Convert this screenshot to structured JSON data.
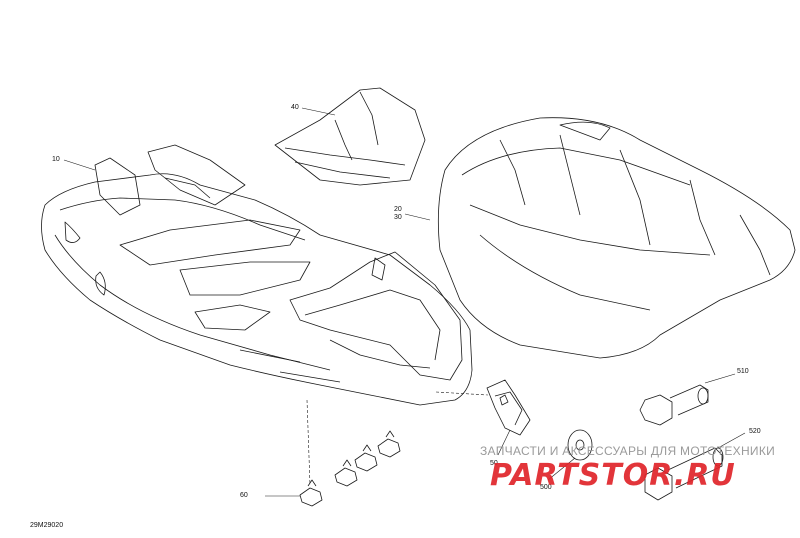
{
  "diagram": {
    "callouts": [
      {
        "id": "c10",
        "label": "10"
      },
      {
        "id": "c40",
        "label": "40"
      },
      {
        "id": "c20",
        "label": "20"
      },
      {
        "id": "c30",
        "label": "30"
      },
      {
        "id": "c510",
        "label": "510"
      },
      {
        "id": "c520",
        "label": "520"
      },
      {
        "id": "c50",
        "label": "50"
      },
      {
        "id": "c500",
        "label": "500"
      },
      {
        "id": "c60",
        "label": "60"
      }
    ],
    "drawing_code": "29M29020"
  },
  "watermark": {
    "text": "ЗАПЧАСТИ И АКСЕССУАРЫ ДЛЯ МОТОТЕХНИКИ",
    "logo": "PARTSTOR.RU"
  }
}
